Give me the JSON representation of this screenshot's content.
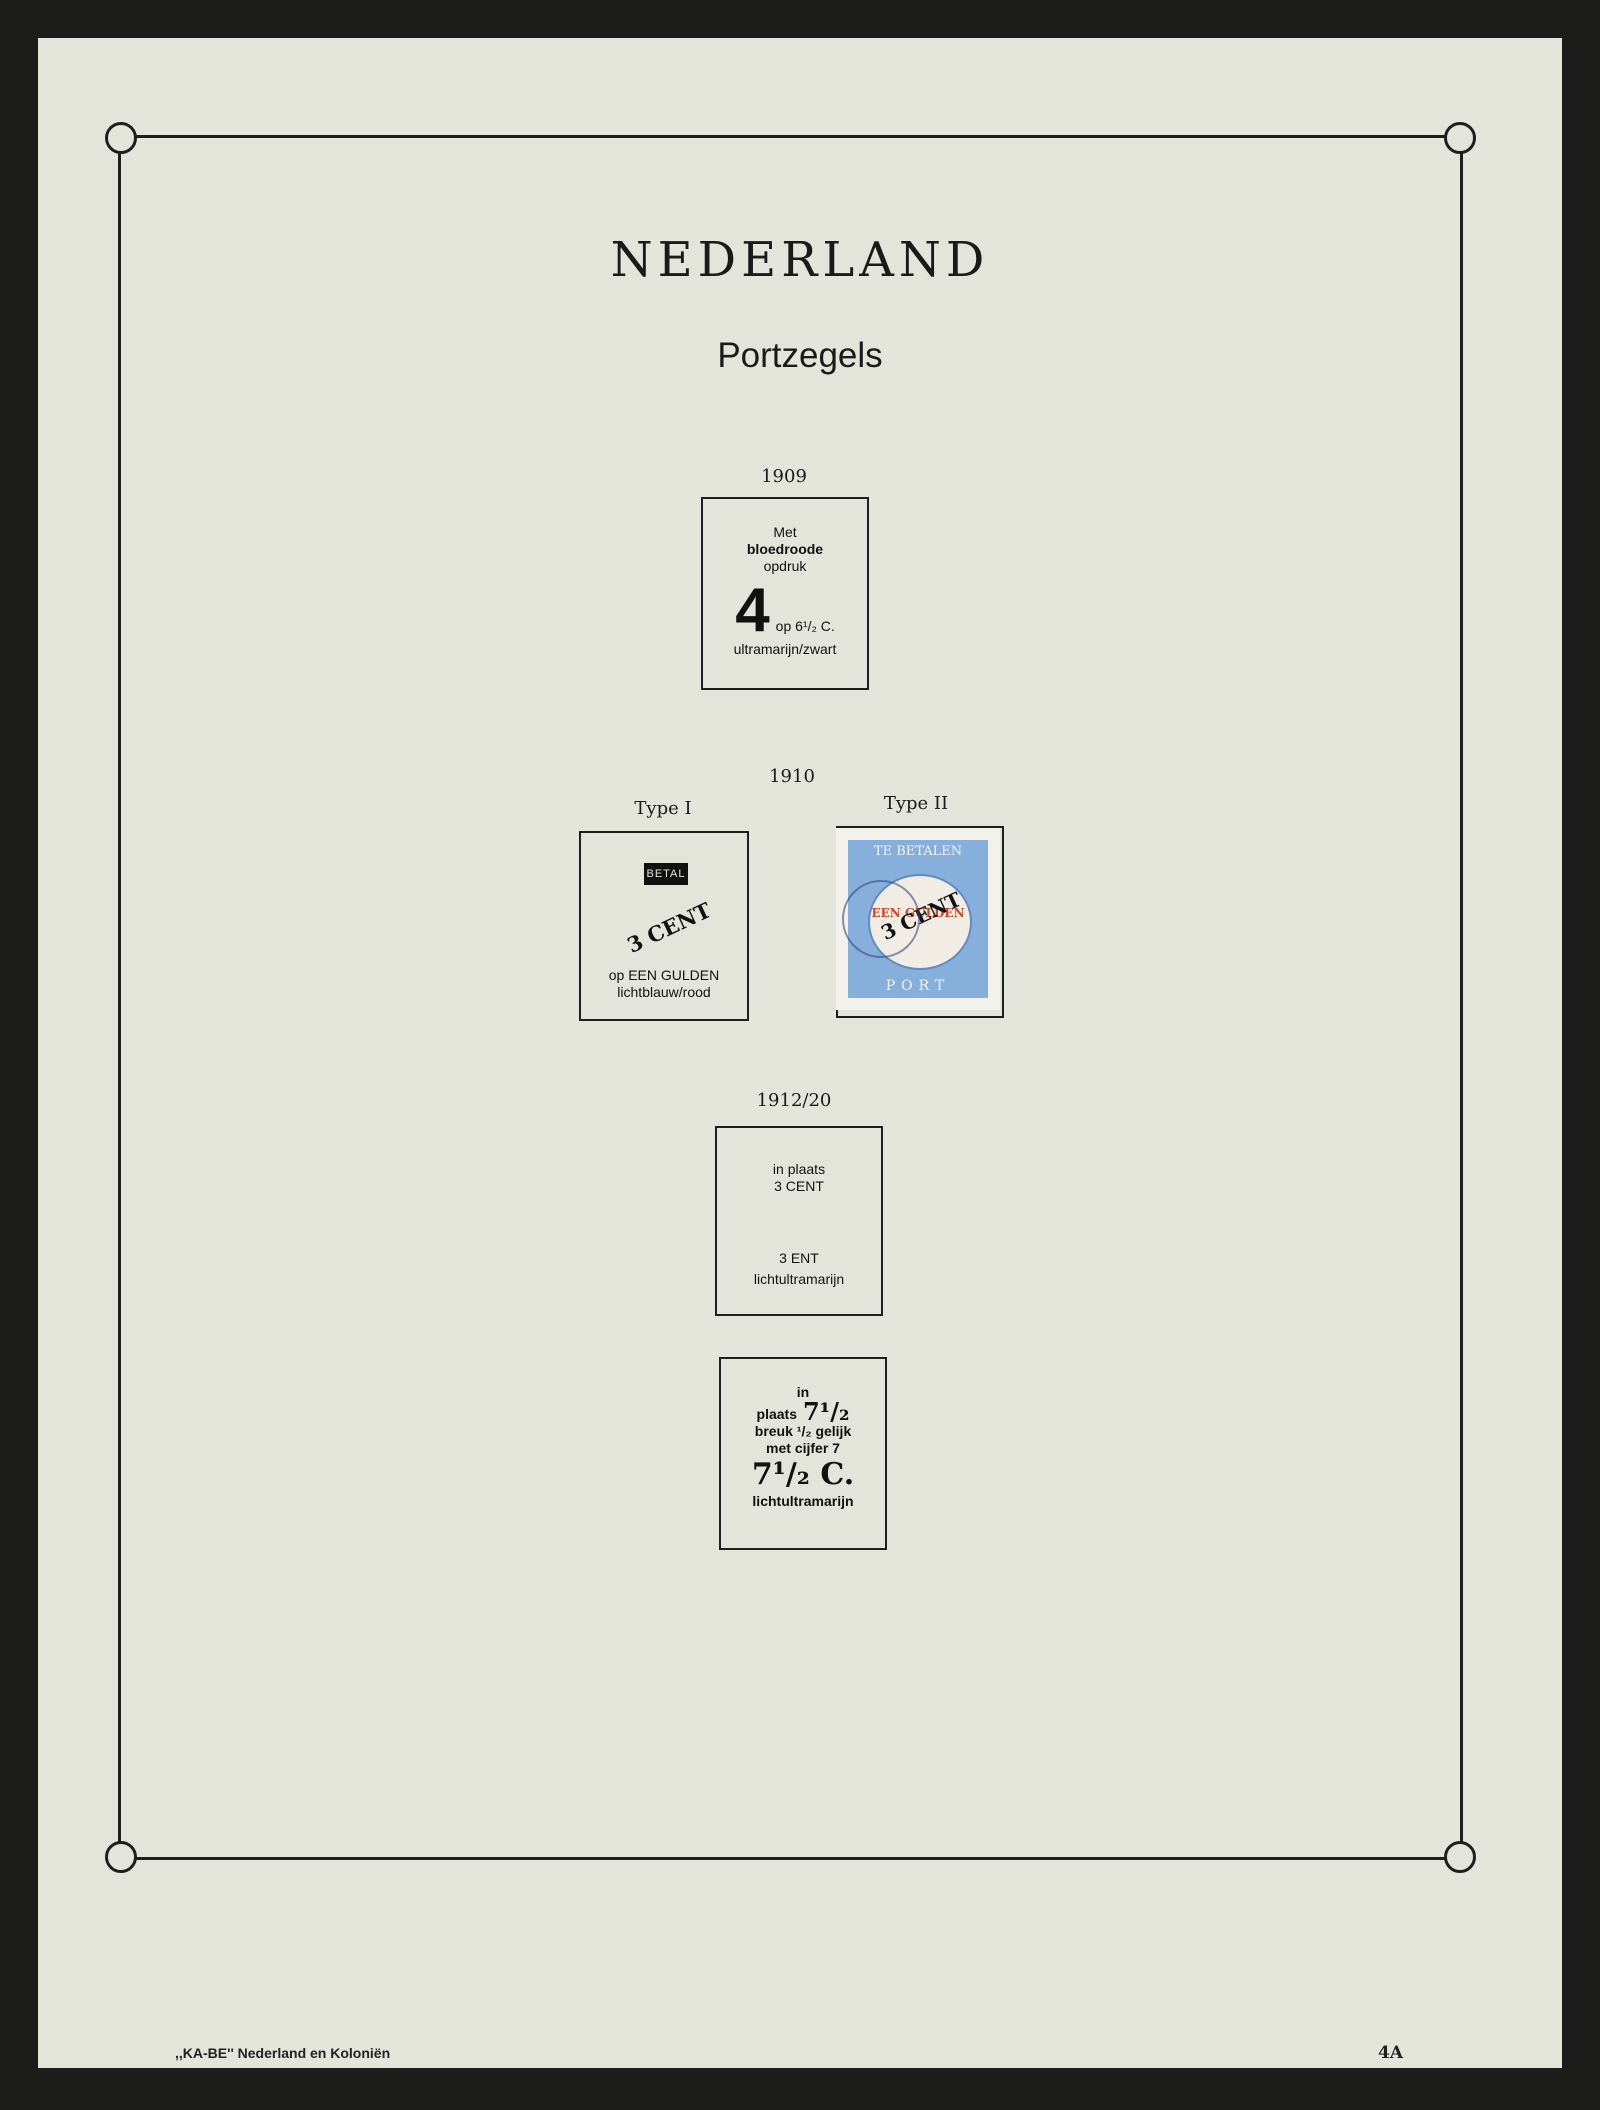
{
  "page": {
    "title": "NEDERLAND",
    "subtitle": "Portzegels",
    "footer_left": ",,KA-BE'' Nederland en Koloniën",
    "footer_right": "4A"
  },
  "section_1909": {
    "year": "1909",
    "box": {
      "line1": "Met",
      "line2": "bloedroode",
      "line3": "opdruk",
      "big": "4",
      "big_suffix": "op 6¹/₂ C.",
      "line5": "ultramarijn/zwart"
    }
  },
  "section_1910": {
    "year": "1910",
    "type1": {
      "label": "Type I",
      "overprint_small": "BETAL",
      "overprint": "3 CENT",
      "line1": "op EEN GULDEN",
      "line2": "lichtblauw/rood"
    },
    "type2": {
      "label": "Type II",
      "stamp_top": "TE BETALEN",
      "stamp_value": "EEN GULDEN",
      "stamp_overprint": "3 CENT",
      "stamp_bottom": "PORT"
    }
  },
  "section_1912": {
    "year": "1912/20",
    "box1": {
      "line1": "in plaats",
      "line2": "3 CENT",
      "line3": "3 ENT",
      "line4": "lichtultramarijn"
    },
    "box2": {
      "line1": "in",
      "line2a": "plaats",
      "line2b": "7¹/₂",
      "line3": "breuk ¹/₂ gelijk",
      "line4": "met cijfer 7",
      "big": "7¹/₂ C.",
      "line6": "lichtultramarijn"
    }
  },
  "colors": {
    "paper": "#e3e5da",
    "ink": "#1e1e1e",
    "stamp_blue": "#86afdc",
    "stamp_red": "#c8482a"
  }
}
